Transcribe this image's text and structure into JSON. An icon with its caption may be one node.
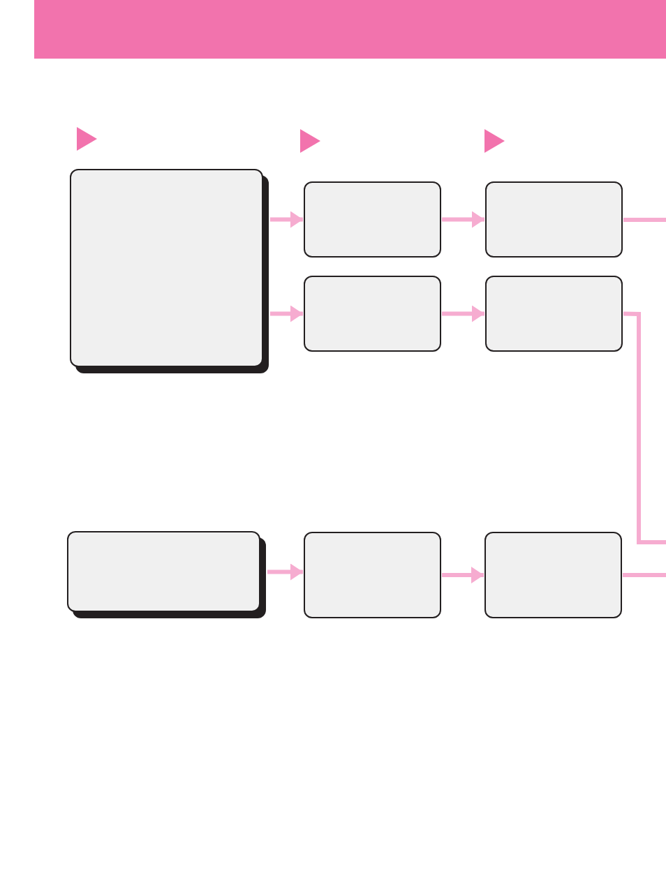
{
  "diagram": {
    "nodes": [
      {
        "text": [],
        "shape": "box"
      },
      {
        "text": [],
        "shape": "box"
      },
      {
        "text": [],
        "shape": "box"
      },
      {
        "text": [],
        "shape": "box"
      },
      {
        "text": [],
        "shape": "box"
      },
      {
        "text": [],
        "shape": "box"
      },
      {
        "text": [],
        "shape": "box"
      },
      {
        "text": [],
        "shape": "box"
      }
    ],
    "edges": [
      {
        "from": 0,
        "to": 1,
        "arrow": "to"
      },
      {
        "from": 1,
        "to": 2,
        "arrow": "to"
      },
      {
        "from": 2,
        "to": null,
        "arrow": "none"
      },
      {
        "from": 0,
        "to": 3,
        "arrow": "to"
      },
      {
        "from": 3,
        "to": 4,
        "arrow": "to"
      },
      {
        "from": 4,
        "to": null,
        "arrow": "none"
      },
      {
        "from": 5,
        "to": 6,
        "arrow": "to"
      },
      {
        "from": 6,
        "to": 7,
        "arrow": "to"
      },
      {
        "from": 7,
        "to": null,
        "arrow": "none"
      }
    ]
  }
}
